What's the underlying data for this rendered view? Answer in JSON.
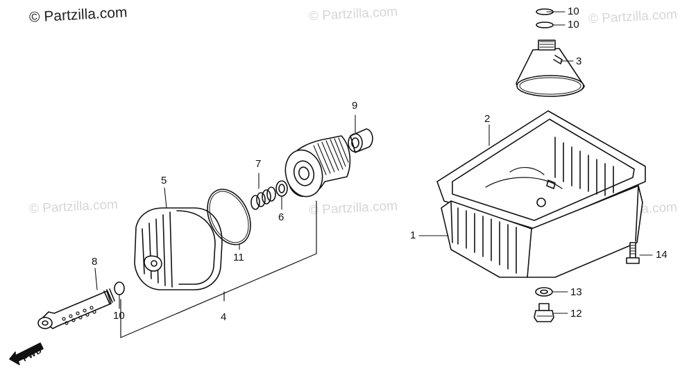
{
  "watermarks": {
    "primary": "© Partzilla.com",
    "secondary": "© Partzilla.com"
  },
  "callouts": {
    "c1": "1",
    "c2": "2",
    "c3": "3",
    "c4": "4",
    "c5": "5",
    "c6": "6",
    "c7": "7",
    "c8": "8",
    "c9": "9",
    "c10a": "10",
    "c10b": "10",
    "c10c": "10",
    "c11": "11",
    "c12": "12",
    "c13": "13",
    "c14": "14"
  },
  "direction_label": "FWD"
}
